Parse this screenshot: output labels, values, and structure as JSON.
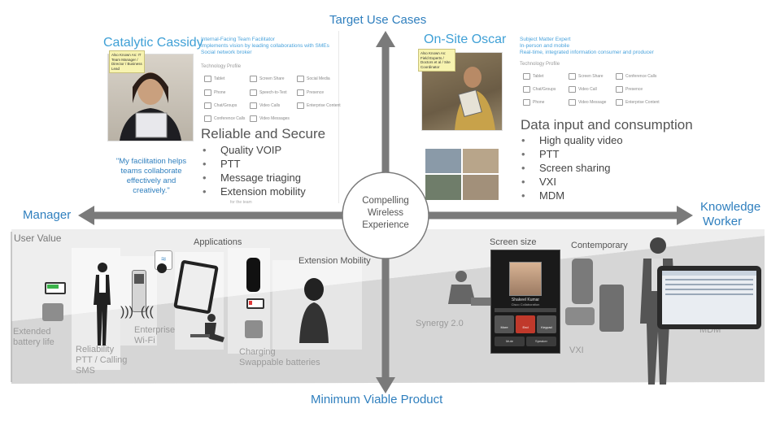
{
  "axes": {
    "top": "Target Use Cases",
    "bottom": "Minimum Viable Product",
    "left": "Manager",
    "right_line1": "Knowledge",
    "right_line2": "Worker"
  },
  "center": {
    "line1": "Compelling",
    "line2": "Wireless",
    "line3": "Experience"
  },
  "persona_left": {
    "name": "Catalytic Cassidy",
    "callout": "Also Known As: IT Team Manager / Director / Business Lead",
    "desc": [
      "Internal-Facing Team Facilitator",
      "Implements vision by leading collaborations with SMEs",
      "Social network broker"
    ],
    "tech_label": "Technology Profile",
    "tech_items": [
      "Tablet",
      "Screen Share",
      "Social Media",
      "Phone",
      "Speech-to-Text",
      "Presence",
      "Chat/Groups",
      "Video Calls",
      "Enterprise Content",
      "Conference Calls",
      "Video Messages"
    ],
    "quote": "\"My facilitation helps teams collaborate effectively and creatively.\"",
    "heading": "Reliable and Secure",
    "bullets": [
      "Quality VOIP",
      "PTT",
      "Message triaging",
      "Extension mobility"
    ],
    "footnote": "for the team"
  },
  "persona_right": {
    "name": "On-Site Oscar",
    "callout": "Also Known As: Field Experts / Doctors et al / Site Coordinator",
    "desc": [
      "Subject Matter Expert",
      "In-person and mobile",
      "Real-time, integrated information consumer and producer"
    ],
    "tech_label": "Technology Profile",
    "tech_items": [
      "Tablet",
      "Screen Share",
      "Conference Calls",
      "Chat/Groups",
      "Video Call",
      "Presence",
      "Phone",
      "Video Message",
      "Enterprise Content"
    ],
    "heading": "Data input and consumption",
    "bullets": [
      "High quality video",
      "PTT",
      "Screen sharing",
      "VXI",
      "MDM"
    ]
  },
  "mvp_left": {
    "user_value": "User Value",
    "applications": "Applications",
    "extension_mobility": "Extension Mobility",
    "extended_battery_1": "Extended",
    "extended_battery_2": "battery life",
    "reliability": "Reliability",
    "ptt_calling": "PTT / Calling",
    "sms": "SMS",
    "enterprise": "Enterprise",
    "wifi": "Wi-Fi",
    "charging": "Charging",
    "swappable": "Swappable batteries"
  },
  "mvp_right": {
    "screen_size": "Screen size",
    "contemporary": "Contemporary",
    "synergy": "Synergy 2.0",
    "vxi": "VXI",
    "mdm": "MDM",
    "caller_name": "Shakeel Kumar",
    "caller_sub": "Cisco Collaboration",
    "btn_more": "More",
    "btn_end": "End",
    "btn_keypad": "Keypad",
    "btn_mute": "Mute",
    "btn_speaker": "Speaker"
  },
  "colors": {
    "axis": "#7a7a7a",
    "accent_blue": "#2f7fbe",
    "persona_blue": "#3fa0d6",
    "mvp_band": "#d9d9d9"
  }
}
